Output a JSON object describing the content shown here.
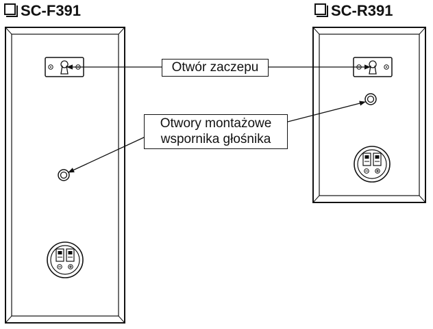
{
  "speakers": [
    {
      "model": "SC-F391"
    },
    {
      "model": "SC-R391"
    }
  ],
  "callouts": {
    "keyhole": {
      "text": "Otwór zaczepu"
    },
    "bracket": {
      "line1": "Otwory montażowe",
      "line2": "wspornika głośnika"
    }
  },
  "colors": {
    "line": "#111111",
    "background": "#ffffff"
  }
}
